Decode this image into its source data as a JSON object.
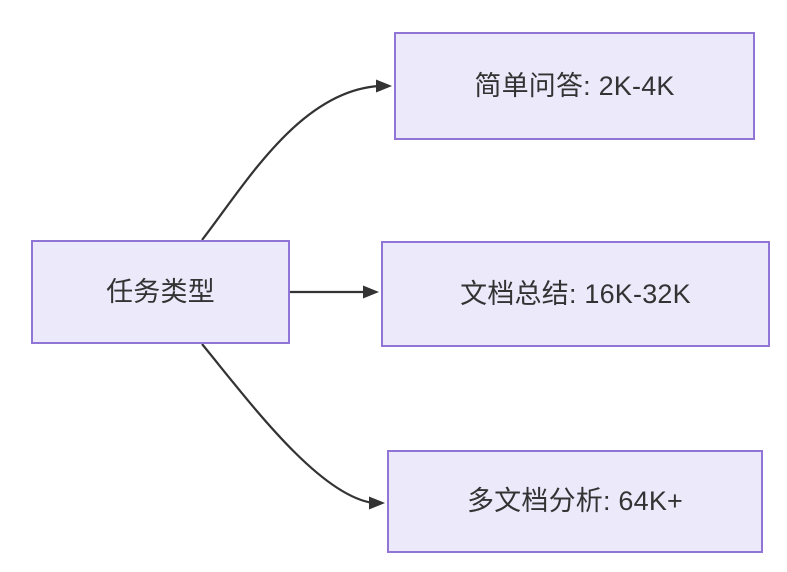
{
  "diagram": {
    "type": "flowchart",
    "direction": "left-to-right",
    "background_color": "#ffffff",
    "node_fill_color": "#ece9fb",
    "node_border_color": "#9175d6",
    "text_color": "#333333",
    "edge_color": "#333333",
    "source_node": {
      "id": "task-type",
      "label": "任务类型"
    },
    "targets": [
      {
        "id": "simple-qa",
        "label": "简单问答: 2K-4K",
        "edge_style": "curved"
      },
      {
        "id": "doc-summary",
        "label": "文档总结: 16K-32K",
        "edge_style": "straight"
      },
      {
        "id": "multi-doc",
        "label": "多文档分析: 64K+",
        "edge_style": "curved"
      }
    ]
  }
}
